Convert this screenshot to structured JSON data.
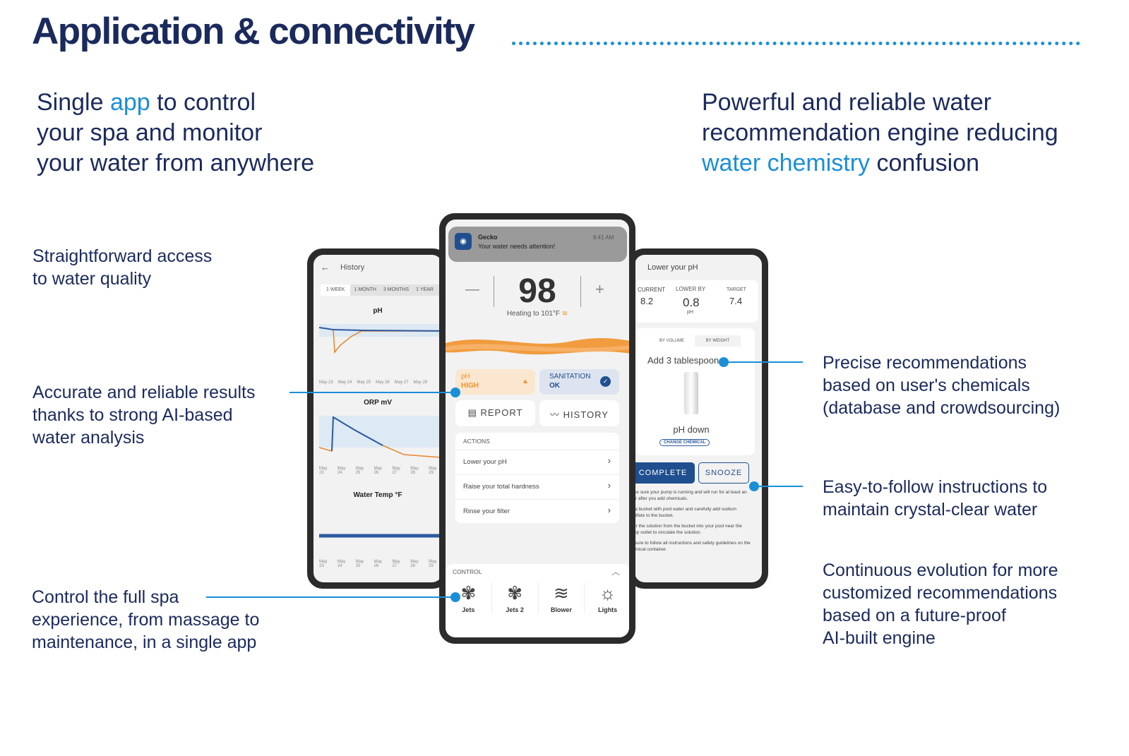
{
  "title": "Application & connectivity",
  "left_heading": {
    "pre": "Single ",
    "accent": "app",
    "post": " to control",
    "line2": "your spa and monitor",
    "line3": "your water from anywhere"
  },
  "right_heading": {
    "line1": "Powerful and reliable water",
    "line2": "recommendation engine reducing",
    "accent": "water chemistry",
    "post": " confusion"
  },
  "left_labels": [
    {
      "l1": "Straightforward access",
      "l2": "to water quality"
    },
    {
      "l1": "Accurate and reliable results",
      "l2": "thanks to strong AI-based",
      "l3": "water analysis"
    },
    {
      "l1": "Control the full spa",
      "l2": "experience, from massage to",
      "l3": "maintenance, in a single app"
    }
  ],
  "right_labels": [
    {
      "l1": "Precise recommendations",
      "l2": "based on user's chemicals",
      "l3": "(database and crowdsourcing)"
    },
    {
      "l1": "Easy-to-follow instructions to",
      "l2": "maintain crystal-clear water"
    },
    {
      "l1": "Continuous evolution for more",
      "l2": "customized recommendations",
      "l3": "based on a future-proof",
      "l4": "AI-built engine"
    }
  ],
  "history": {
    "title": "History",
    "tabs": [
      "1 WEEK",
      "1 MONTH",
      "3 MONTHS",
      "1 YEAR"
    ],
    "charts": [
      "pH",
      "ORP mV",
      "Water Temp °F"
    ],
    "dates": [
      "May 23",
      "May 24",
      "May 25",
      "May 26",
      "May 27",
      "May 28",
      "May 29"
    ]
  },
  "home": {
    "notif_app": "Gecko",
    "notif_msg": "Your water needs attention!",
    "notif_time": "9:41 AM",
    "temp": "98",
    "minus": "—",
    "plus": "+",
    "heating": "Heating to 101°F",
    "ph_label": "pH",
    "ph_status": "HIGH",
    "san_label": "SANITATION",
    "san_status": "OK",
    "report": "REPORT",
    "history": "HISTORY",
    "actions_title": "ACTIONS",
    "actions": [
      "Lower your pH",
      "Raise your total hardness",
      "Rinse your filter"
    ],
    "control_title": "CONTROL",
    "controls": [
      "Jets",
      "Jets 2",
      "Blower",
      "Lights"
    ],
    "accent": "#f0922b"
  },
  "lower": {
    "title": "Lower your pH",
    "current_label": "CURRENT",
    "current": "8.2",
    "lower_label": "LOWER BY",
    "lower": "0.8",
    "target_label": "TARGET",
    "target": "7.4",
    "unit": "pH",
    "by_volume": "BY VOLUME",
    "by_weight": "BY WEIGHT",
    "instruction": "Add 3 tablespoons",
    "chemical": "pH down",
    "change": "CHANGE CHEMICAL",
    "complete": "COMPLETE",
    "snooze": "SNOOZE",
    "steps": [
      "Make sure your pump is running and will run for at least an hour after you add chemicals.",
      "Fill a bucket with pool water and carefully add sodium bisulfate to the bucket.",
      "Pour the solution from the bucket into your pool near the pump outlet to circulate the solution.",
      "Be sure to follow all instructions and safety guidelines on the chemical container."
    ]
  }
}
